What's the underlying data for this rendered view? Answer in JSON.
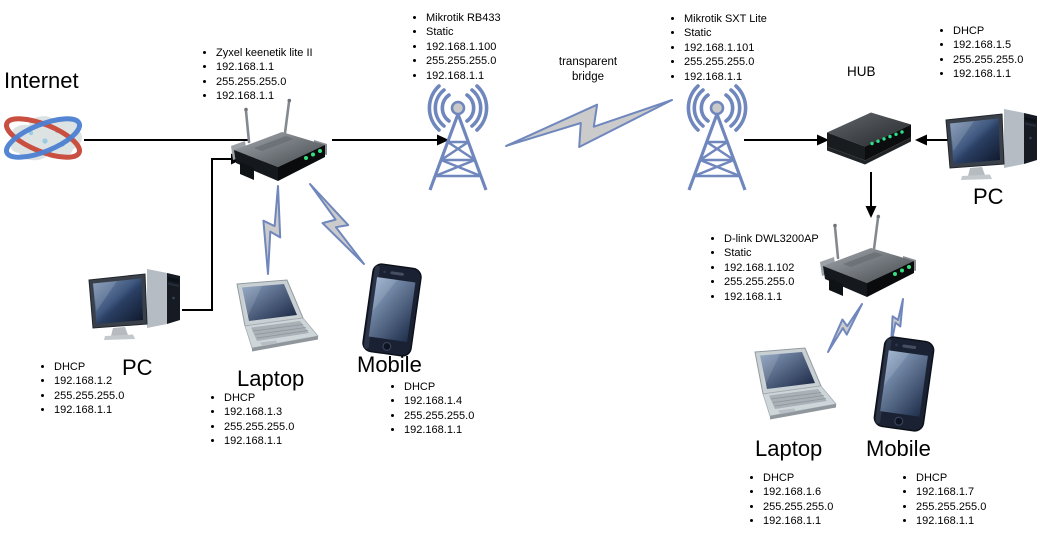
{
  "nodes": {
    "internet": {
      "label": "Internet"
    },
    "zyxel": {
      "lines": [
        "Zyxel keenetik lite II",
        "192.168.1.1",
        "255.255.255.0",
        "192.168.1.1"
      ]
    },
    "rb433": {
      "lines": [
        "Mikrotik RB433",
        "Static",
        "192.168.1.100",
        "255.255.255.0",
        "192.168.1.1"
      ]
    },
    "sxt": {
      "lines": [
        "Mikrotik SXT Lite",
        "Static",
        "192.168.1.101",
        "255.255.255.0",
        "192.168.1.1"
      ]
    },
    "hub": {
      "label": "HUB"
    },
    "pc_right": {
      "label": "PC",
      "lines": [
        "DHCP",
        "192.168.1.5",
        "255.255.255.0",
        "192.168.1.1"
      ]
    },
    "dlink": {
      "lines": [
        "D-link DWL3200AP",
        "Static",
        "192.168.1.102",
        "255.255.255.0",
        "192.168.1.1"
      ]
    },
    "laptop_right": {
      "label": "Laptop",
      "lines": [
        "DHCP",
        "192.168.1.6",
        "255.255.255.0",
        "192.168.1.1"
      ]
    },
    "mobile_right": {
      "label": "Mobile",
      "lines": [
        "DHCP",
        "192.168.1.7",
        "255.255.255.0",
        "192.168.1.1"
      ]
    },
    "pc_left": {
      "label": "PC",
      "lines": [
        "DHCP",
        "192.168.1.2",
        "255.255.255.0",
        "192.168.1.1"
      ]
    },
    "laptop_left": {
      "label": "Laptop",
      "lines": [
        "DHCP",
        "192.168.1.3",
        "255.255.255.0",
        "192.168.1.1"
      ]
    },
    "mobile_left": {
      "label": "Mobile",
      "lines": [
        "DHCP",
        "192.168.1.4",
        "255.255.255.0",
        "192.168.1.1"
      ]
    }
  },
  "bridge_label": "transparent bridge",
  "connections": [
    {
      "from": "internet",
      "to": "zyxel",
      "type": "line"
    },
    {
      "from": "zyxel",
      "to": "rb433",
      "type": "arrow"
    },
    {
      "from": "pc_left",
      "to": "zyxel",
      "type": "arrow"
    },
    {
      "from": "zyxel",
      "to": "laptop_left",
      "type": "wireless-bolt"
    },
    {
      "from": "zyxel",
      "to": "mobile_left",
      "type": "wireless-bolt"
    },
    {
      "from": "rb433",
      "to": "sxt",
      "type": "wireless-bolt"
    },
    {
      "from": "sxt",
      "to": "hub",
      "type": "arrow"
    },
    {
      "from": "pc_right",
      "to": "hub",
      "type": "arrow"
    },
    {
      "from": "hub",
      "to": "dlink",
      "type": "arrow"
    },
    {
      "from": "dlink",
      "to": "laptop_right",
      "type": "wireless-bolt"
    },
    {
      "from": "dlink",
      "to": "mobile_right",
      "type": "wireless-bolt"
    }
  ],
  "colors": {
    "wireless_blue": "#6f87bd",
    "bolt_fill": "#cbcbcb",
    "wire_black": "#000000",
    "led_green": "#2ee08a",
    "background": "#ffffff"
  }
}
